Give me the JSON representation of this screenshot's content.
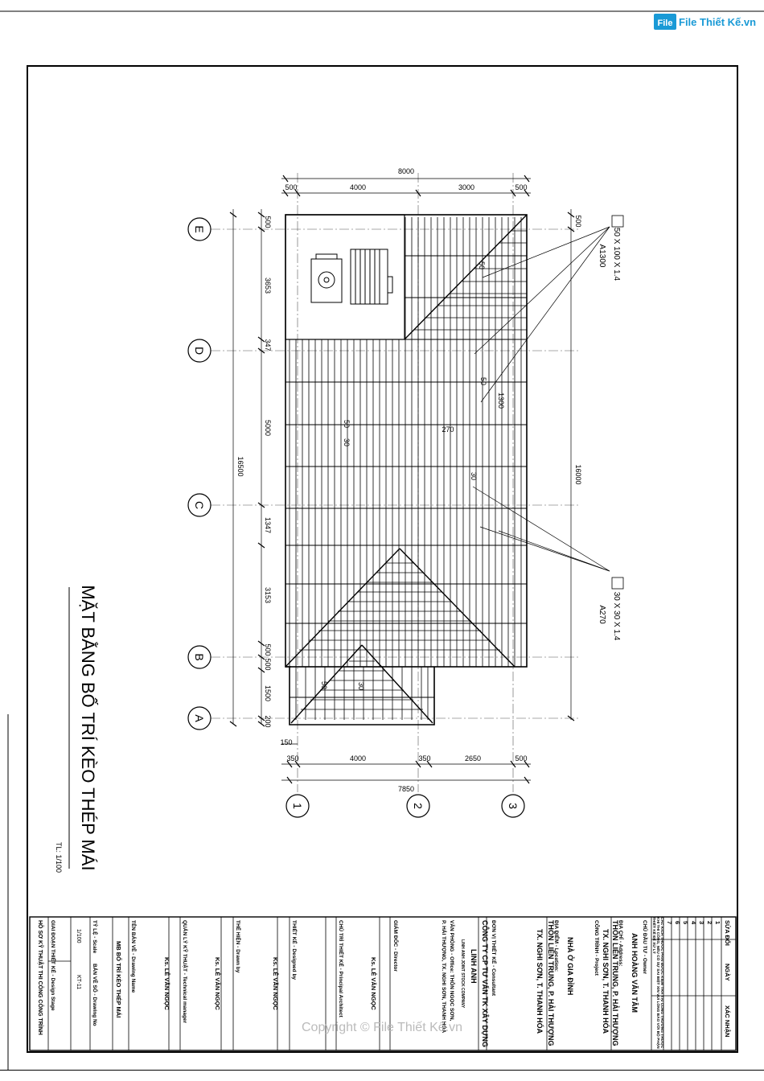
{
  "logo": {
    "text": "File Thiết Kế.vn"
  },
  "watermark": "Copyright © File Thiết Kế.vn",
  "drawing": {
    "title": "MẶT BẰNG BỐ TRÍ KÈO THÉP MÁI",
    "scale": "TL: 1/100",
    "axes_letters": [
      "E",
      "D",
      "C",
      "B",
      "A"
    ],
    "axes_numbers": [
      "1",
      "2",
      "3"
    ],
    "top_overall": "8000",
    "top_dims": [
      "500",
      "4000",
      "3000",
      "500"
    ],
    "bottom_overall": "7850",
    "bottom_dims": [
      "350",
      "4000",
      "350",
      "2650",
      "500"
    ],
    "bottom_extra": "150",
    "left_overall": "16500",
    "left_dims": [
      "500",
      "3653",
      "347",
      "5000",
      "1347",
      "3153",
      "500",
      "500",
      "1500",
      "200"
    ],
    "right_overall": "16000",
    "right_top": "500",
    "inner_labels": [
      "50",
      "50",
      "1300",
      "50",
      "30",
      "270",
      "30",
      "50",
      "30"
    ],
    "member1_spec": "50 X 100 X 1.4",
    "member1_code": "A1300",
    "member2_spec": "30 X 30 X 1.4",
    "member2_code": "A270"
  },
  "title_block": {
    "rev_header": [
      "SỬA ĐỔI",
      "NGÀY",
      "XÁC NHẬN"
    ],
    "rev_numbers": [
      "1",
      "2",
      "3",
      "4",
      "5",
      "6",
      "7"
    ],
    "note": "CÁC KÍCH THƯỚC PHẢI ĐƯỢC KIỂM TRA TẠI CÔNG TRƯỜNG TRƯỚC KHI THI CÔNG, NẾU CÓ SỰ SAI BIỆT XIN VUI LÒNG BÁO VỚI BỘ PHẬN THIẾT KẾ ĐỂ XỬ LÝ",
    "owner_label": "CHỦ ĐẦU TƯ - Owner",
    "owner": "ANH HOÀNG VĂN TÂM",
    "address_label": "ĐỊA CHỈ - Address:",
    "address1": "THÔN LIÊN TRUNG, P. HẢI THƯỢNG",
    "address2": "TX. NGHI SƠN, T. THANH HÓA",
    "project_label": "CÔNG TRÌNH - Project",
    "project": "NHÀ Ở GIA ĐÌNH",
    "location_label": "ĐỊA ĐIỂM - Location:",
    "location1": "THÔN LIÊN TRUNG, P. HẢI THƯỢNG",
    "location2": "TX. NGHI SƠN, T. THANH HÓA",
    "consultant_label": "ĐƠN VỊ THIẾT KẾ - Consultant",
    "consultant": "CÔNG TY CP TƯ VẤN TK XÂY DỰNG",
    "consultant2": "LINH ANH",
    "consultant3": "LINH ANH JOINT STOCK COMPANY",
    "office1": "VĂN PHÒNG - Office: THÔN NGỌC SƠN,",
    "office2": "P. HẢI THƯỢNG, TX. NGHI SƠN, THANH HÓA",
    "director_label": "GIÁM ĐỐC - Director",
    "director": "Ks. LÊ VĂN NGỌC",
    "principal_label": "CHỦ TRÌ THIẾT KẾ - Principal Architect",
    "designed_label": "THIẾT KẾ - Designed by",
    "designer": "Ks. LÊ VĂN NGỌC",
    "drawn_label": "THỂ HIỆN - Drawn by",
    "drawn": "Ks. LÊ VĂN NGỌC",
    "manager_label": "QUẢN LÝ KỸ THUẬT - Technical manager",
    "manager": "Ks. LÊ VĂN NGỌC",
    "drawing_name_label": "TÊN BẢN VẼ - Drawing Name",
    "drawing_name": "MB BỐ TRÍ KÈO THÉP MÁI",
    "scale_label": "TỶ LỆ - Scale",
    "scale": "1/100",
    "drawing_no_label": "BẢN VẼ SỐ - Drawing No",
    "drawing_no": "KT-11",
    "stage_label": "GIAI ĐOẠN THIẾT KẾ - Design Stage",
    "stage": "HỒ SƠ KỸ THUẬT THI CÔNG CÔNG TRÌNH"
  }
}
